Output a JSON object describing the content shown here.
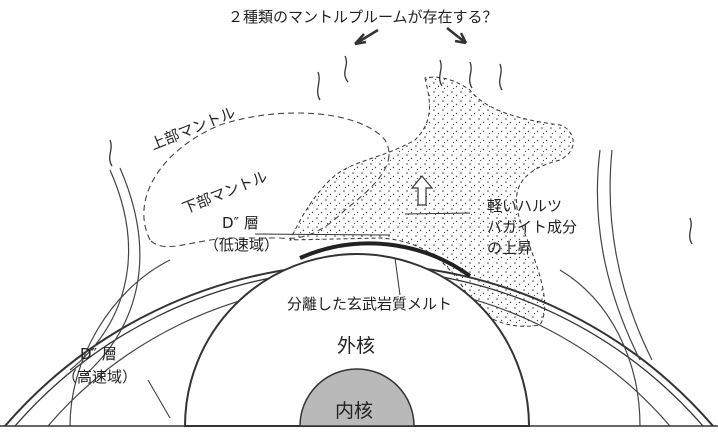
{
  "title": "２種類のマントルプルームが存在する？",
  "labels": {
    "upper_mantle": "上部マントル",
    "lower_mantle": "下部マントル",
    "d_layer_low_1": "D″ 層",
    "d_layer_low_2": "（低速域）",
    "light_component_1": "軽いハルツ",
    "light_component_2": "バガイト成分",
    "light_component_3": "の上昇",
    "basalt_melt": "分離した玄武岩質メルト",
    "outer_core": "外核",
    "d_layer_high_1": "D″ 層",
    "d_layer_high_2": "（高速域）",
    "inner_core": "内核"
  },
  "colors": {
    "line": "#333333",
    "inner_core_fill": "#b9b9b9",
    "stipple": "#444444"
  }
}
